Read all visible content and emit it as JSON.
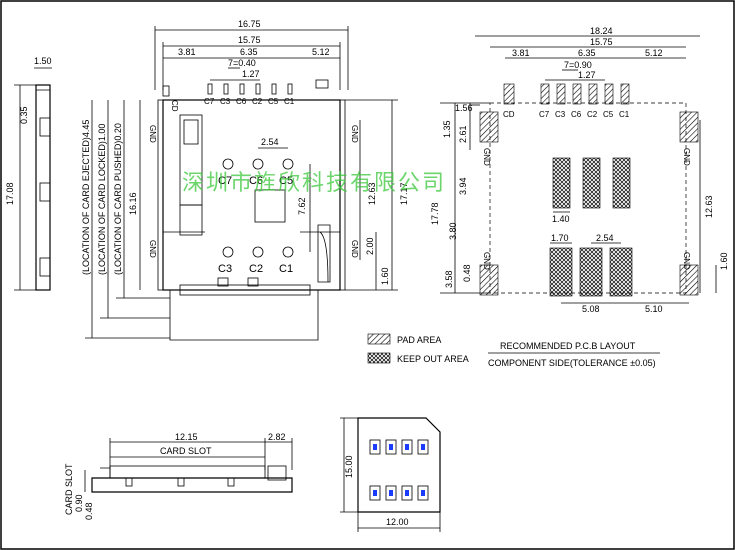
{
  "watermark": "深圳市旌欣科技有限公司",
  "side_view": {
    "d1": "1.50",
    "d2": "0.35",
    "d3": "17.08"
  },
  "top_view": {
    "w1": "16.75",
    "w2": "15.75",
    "w3": "3.81",
    "w4": "6.35",
    "w5": "5.12",
    "w6": "7=0.40",
    "w7": "1.27",
    "pitch": "2.54",
    "h1": "16.16",
    "h2": "12.63",
    "h3": "17.17",
    "h4": "7.62",
    "h5": "2.00",
    "h6": "1.60",
    "pins_top": [
      "C7",
      "C3",
      "C6",
      "C2",
      "C5",
      "C1"
    ],
    "cd": "CD",
    "contacts_row1": [
      "C7",
      "C6",
      "C5"
    ],
    "contacts_row2": [
      "C3",
      "C2",
      "C1"
    ],
    "gnd": "GND",
    "loc1": "(LOCATION OF CARD EJECTED)4.45",
    "loc2": "(LOCATION OF CARD LOCKED)1.00",
    "loc3": "(LOCATION OF CARD PUSHED)0.20"
  },
  "pcb": {
    "w1": "18.24",
    "w2": "15.75",
    "w3": "3.81",
    "w4": "6.35",
    "w5": "5.12",
    "w6": "7=0.90",
    "w7": "1.27",
    "d1": "1.56",
    "d2": "1.35",
    "d3": "2.61",
    "d4": "3.94",
    "d5": "17.78",
    "d6": "12.63",
    "d7": "3.80",
    "d8": "1.40",
    "d9": "1.70",
    "d10": "2.54",
    "d11": "0.48",
    "d12": "3.58",
    "d13": "1.60",
    "d14": "5.08",
    "d15": "5.10",
    "pins": [
      "C7",
      "C3",
      "C6",
      "C2",
      "C5",
      "C1"
    ],
    "cd": "CD",
    "gnd": "GND"
  },
  "legend": {
    "pad": "PAD AREA",
    "keep": "KEEP OUT AREA",
    "rec": "RECOMMENDED P.C.B LAYOUT",
    "comp": "COMPONENT SIDE(TOLERANCE ±0.05)"
  },
  "card_slot": {
    "d1": "12.15",
    "d2": "2.82",
    "label": "CARD SLOT",
    "slot": "CARD SLOT",
    "d3": "0.90",
    "d4": "0.48"
  },
  "sim_card": {
    "h": "15.00",
    "w": "12.00"
  }
}
